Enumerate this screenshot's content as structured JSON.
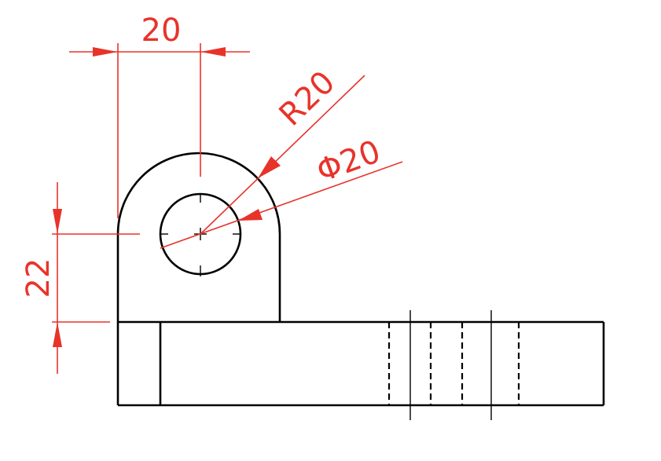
{
  "drawing": {
    "dimensions": {
      "width_top": "20",
      "radius": "R20",
      "diameter": "Φ20",
      "height_left": "22"
    },
    "colors": {
      "object_lines": "#000000",
      "dimension_lines": "#e8332a",
      "background": "#ffffff"
    }
  }
}
